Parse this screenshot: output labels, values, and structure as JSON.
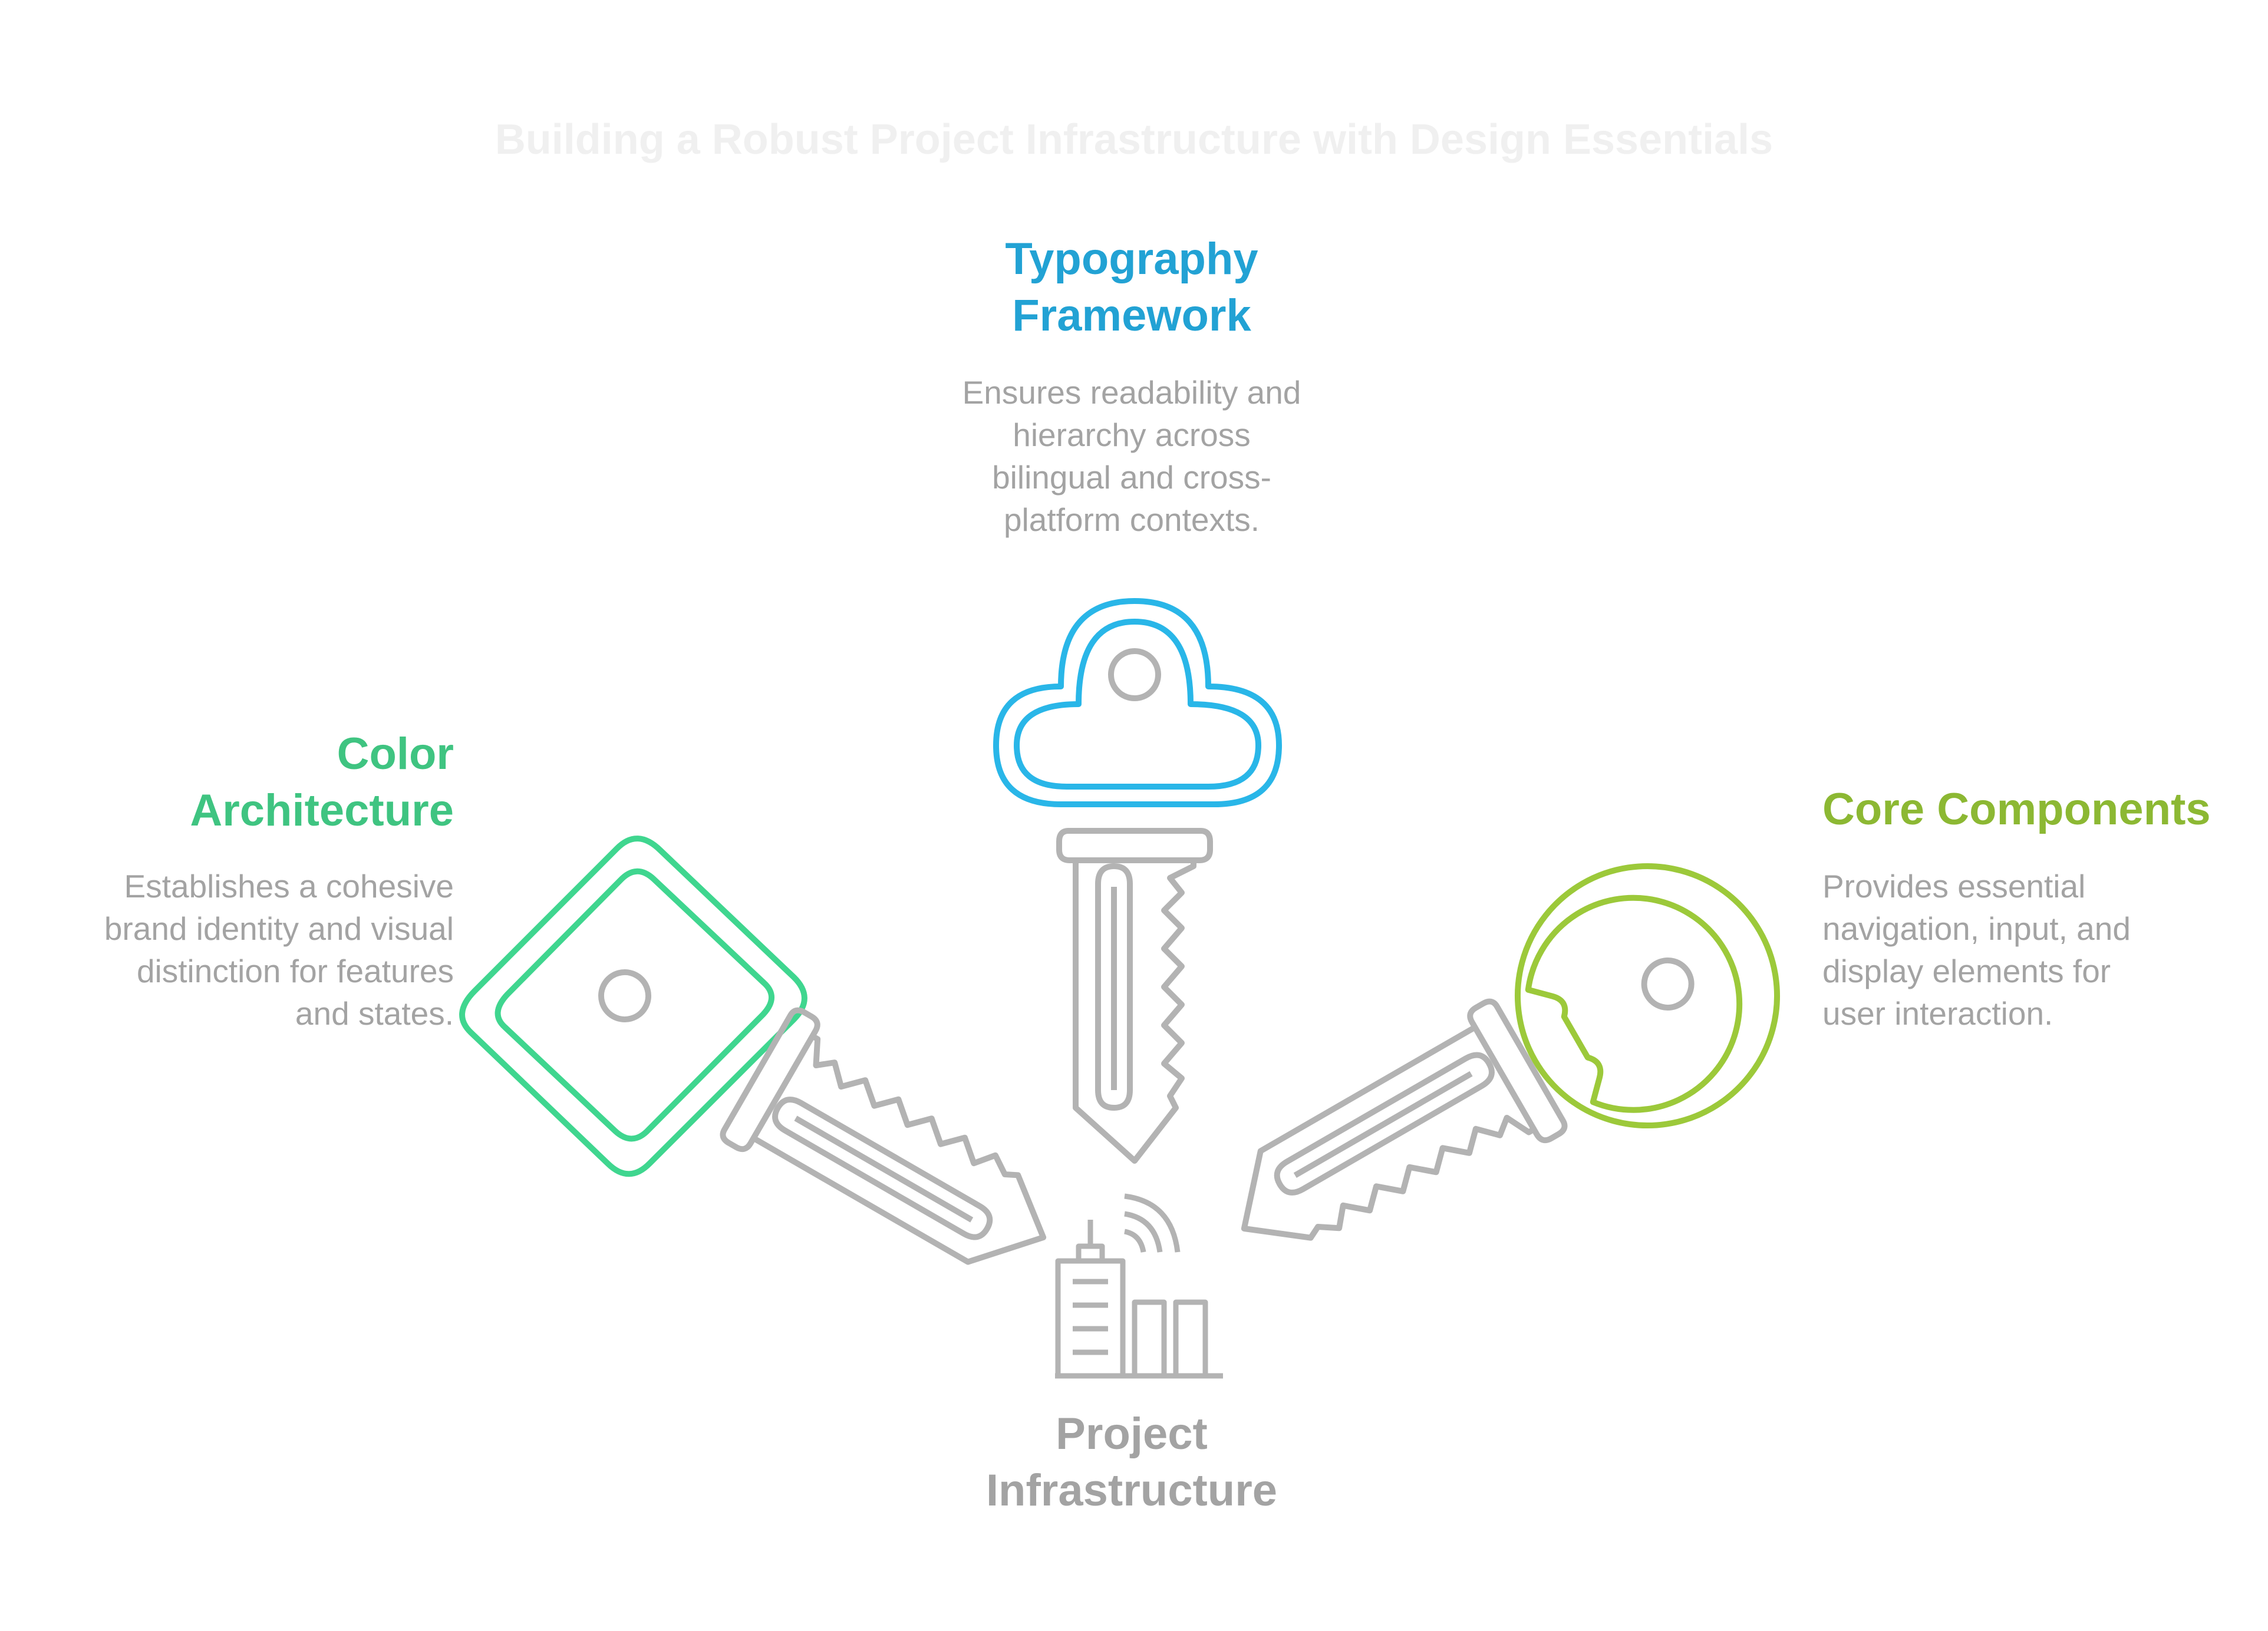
{
  "title": "Building a Robust Project Infrastructure with Design Essentials",
  "center": {
    "label": "Project\nInfrastructure",
    "icon": "city-buildings-icon"
  },
  "items": [
    {
      "id": "typography",
      "heading": "Typography\nFramework",
      "description": "Ensures readability and\nhierarchy across\nbilingual and cross-\nplatform contexts.",
      "icon": "cloud-key-icon",
      "color": "#29b6e8"
    },
    {
      "id": "color",
      "heading": "Color\nArchitecture",
      "description": "Establishes a cohesive\nbrand identity and visual\ndistinction for features\nand states.",
      "icon": "diamond-key-icon",
      "color": "#3fd68f"
    },
    {
      "id": "core",
      "heading": "Core Components",
      "description": "Provides essential\nnavigation, input, and\ndisplay elements for\nuser interaction.",
      "icon": "round-key-icon",
      "color": "#9cc93a"
    }
  ],
  "colors": {
    "neutral": "#b3b3b3",
    "title": "#f0f0f0"
  }
}
